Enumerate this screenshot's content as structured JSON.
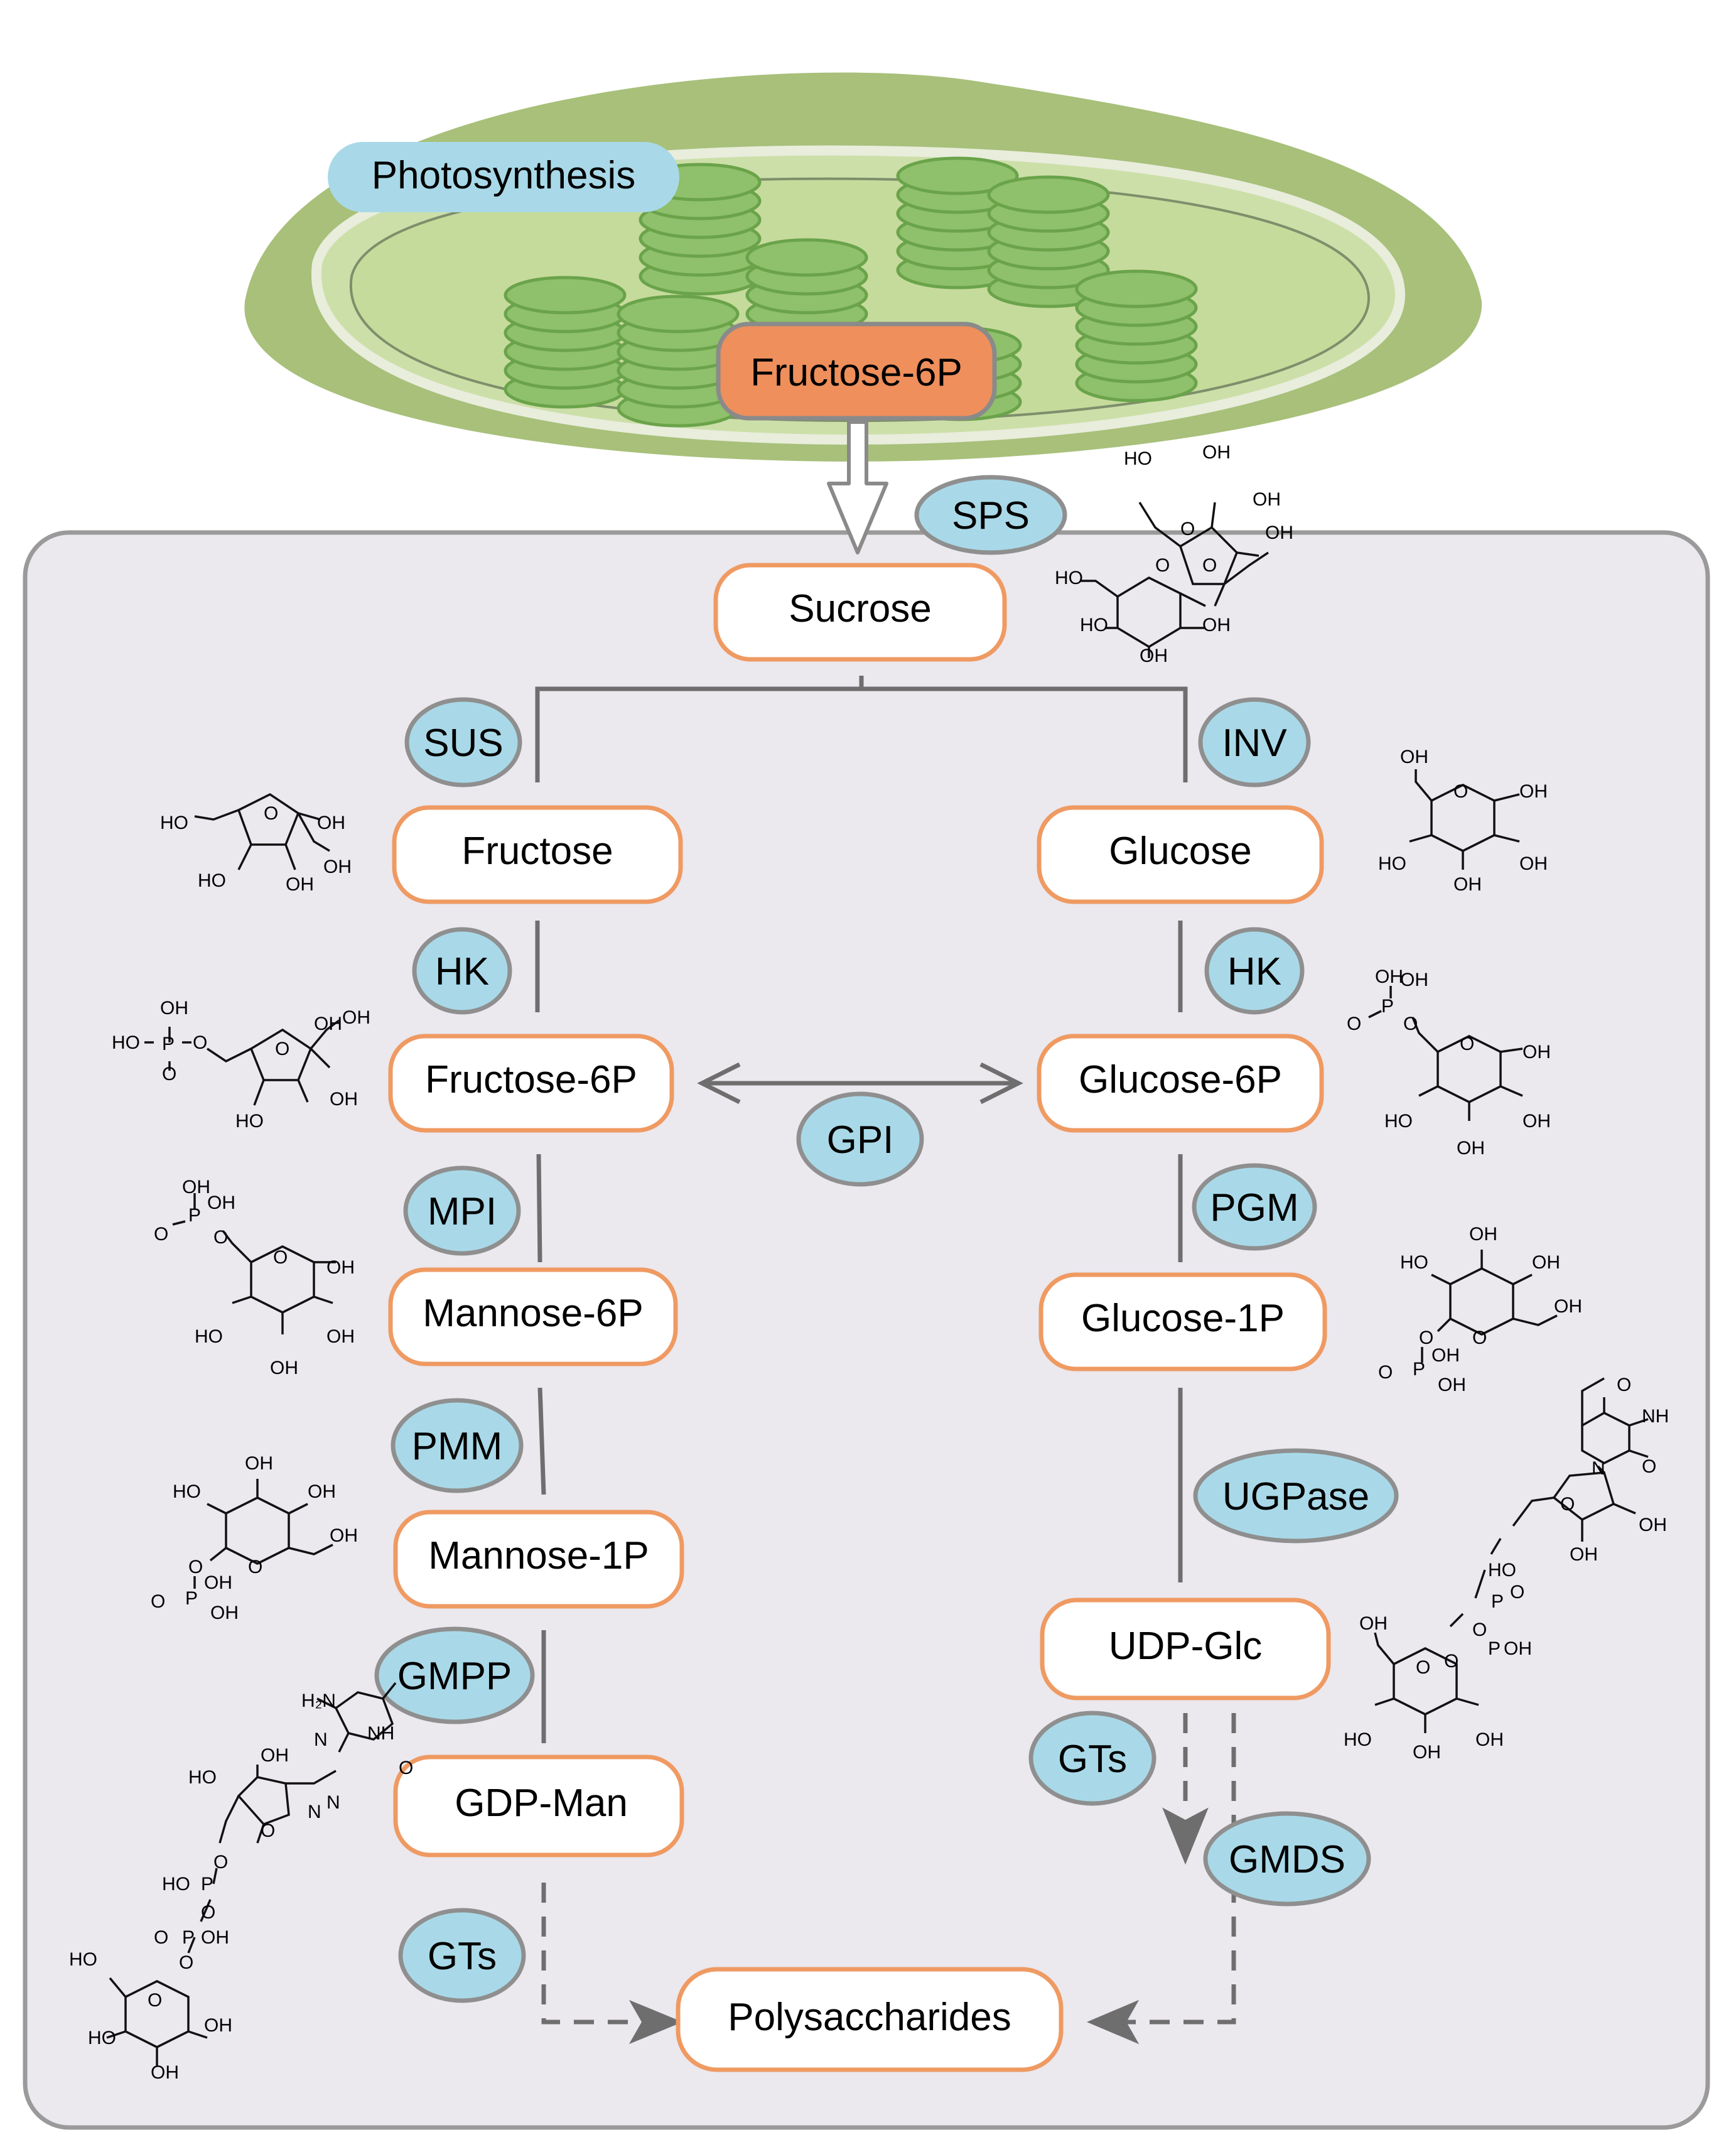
{
  "chloroplast": {
    "badge": "Photosynthesis",
    "product": "Fructose-6P"
  },
  "pathway": {
    "sucrose": "Sucrose",
    "left": [
      "Fructose",
      "Fructose-6P",
      "Mannose-6P",
      "Mannose-1P",
      "GDP-Man"
    ],
    "right": [
      "Glucose",
      "Glucose-6P",
      "Glucose-1P",
      "UDP-Glc"
    ],
    "end": "Polysaccharides"
  },
  "enzymes": {
    "sps": "SPS",
    "sus": "SUS",
    "inv": "INV",
    "hk_left": "HK",
    "hk_right": "HK",
    "gpi": "GPI",
    "mpi": "MPI",
    "pgm": "PGM",
    "pmm": "PMM",
    "ugpase": "UGPase",
    "gmpp": "GMPP",
    "gts_right": "GTs",
    "gmds": "GMDS",
    "gts_left": "GTs"
  },
  "structure_labels": {
    "oh": "OH",
    "ho": "HO",
    "o": "O",
    "p": "P",
    "n": "N",
    "nh": "NH",
    "nh2": "H₂N"
  },
  "colors": {
    "enzyme_fill": "#a9d9e8",
    "box_border": "#ef9a62",
    "product_fill": "#ee8f5c",
    "cell_fill": "#ebe8ee",
    "chloroplast_outer": "#a8c07a",
    "chloroplast_inner": "#c5db9b",
    "thylakoid": "#8fc06b"
  }
}
